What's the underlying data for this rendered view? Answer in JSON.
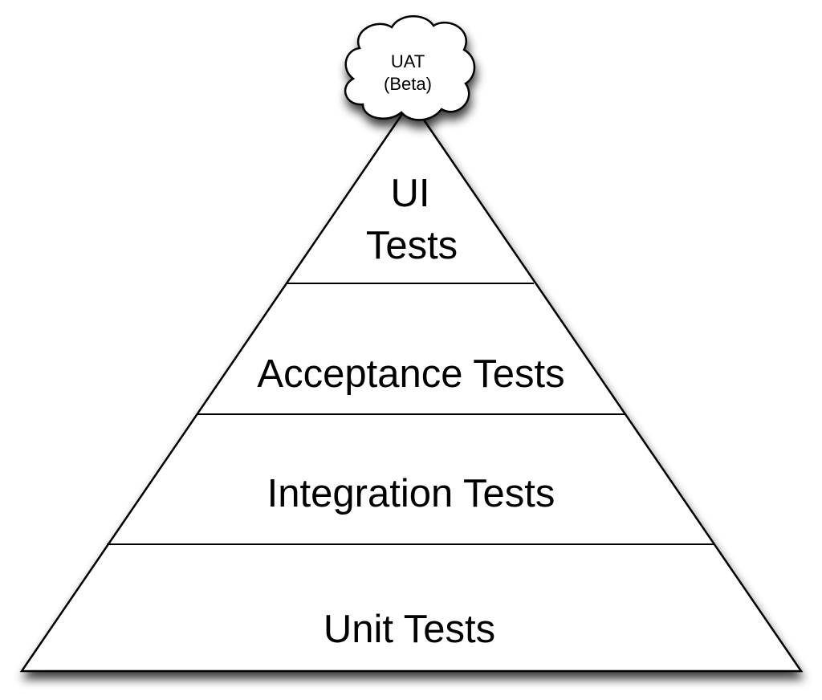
{
  "diagram": {
    "cloud": {
      "line1": "UAT",
      "line2": "(Beta)"
    },
    "layers": [
      {
        "line1": "UI",
        "line2": "Tests"
      },
      {
        "label": "Acceptance Tests"
      },
      {
        "label": "Integration Tests"
      },
      {
        "label": "Unit Tests"
      }
    ],
    "colors": {
      "stroke": "#000000",
      "fill": "#ffffff"
    }
  }
}
